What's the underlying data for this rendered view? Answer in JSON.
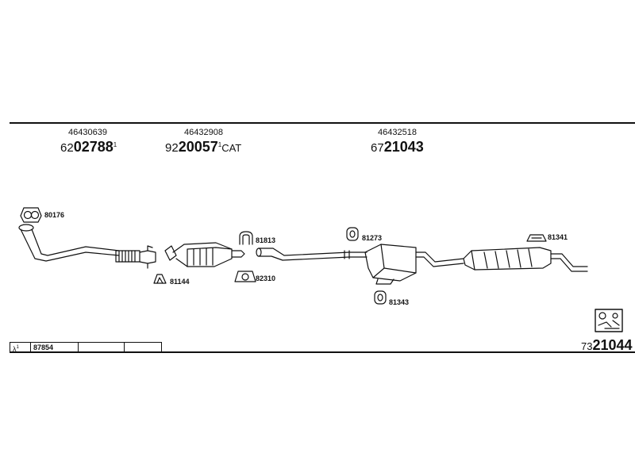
{
  "header": {
    "groups": [
      {
        "oem": "46430639",
        "prefix": "62",
        "code": "02788",
        "mark": "1",
        "suffix": ""
      },
      {
        "oem": "46432908",
        "prefix": "92",
        "code": "20057",
        "mark": "1",
        "suffix": "CAT"
      },
      {
        "oem": "46432518",
        "prefix": "67",
        "code": "21043",
        "mark": "",
        "suffix": ""
      }
    ]
  },
  "parts": {
    "p80176": "80176",
    "p81144": "81144",
    "p81813": "81813",
    "p82310": "82310",
    "p81273": "81273",
    "p81343": "81343",
    "p81341": "81341"
  },
  "footer": {
    "lambda_label": "λ",
    "lambda_mark": "1",
    "lambda_value": "87854",
    "kit_prefix": "73",
    "kit_code": "21044"
  }
}
